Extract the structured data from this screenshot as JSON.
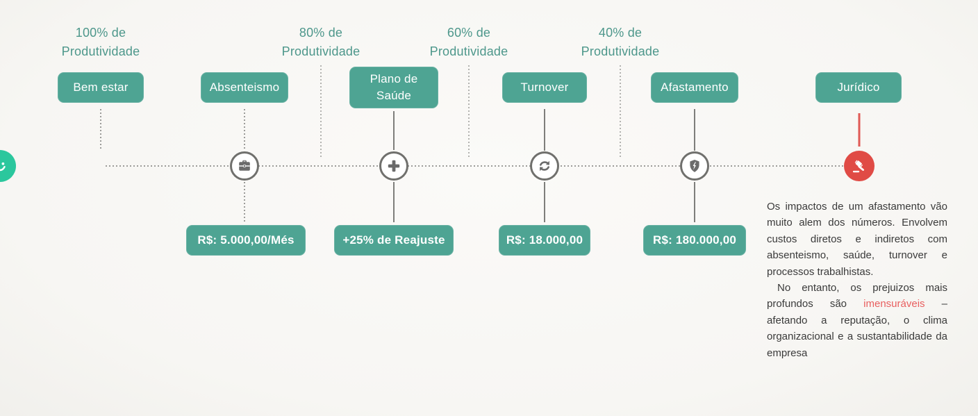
{
  "productivity_labels": [
    {
      "line1": "100% de",
      "line2": "Produtividade"
    },
    {
      "line1": "80% de",
      "line2": "Produtividade"
    },
    {
      "line1": "60% de",
      "line2": "Produtividade"
    },
    {
      "line1": "40% de",
      "line2": "Produtividade"
    }
  ],
  "stages": [
    {
      "label": "Bem estar",
      "icon": "smiley-icon"
    },
    {
      "label": "Absenteismo",
      "icon": "briefcase-icon",
      "value": "R$: 5.000,00/Més"
    },
    {
      "label": "Plano de Saúde",
      "icon": "medical-cross-icon",
      "value": "+25% de Reajuste"
    },
    {
      "label": "Turnover",
      "icon": "refresh-icon",
      "value": "R$: 18.000,00"
    },
    {
      "label": "Afastamento",
      "icon": "shield-bolt-icon",
      "value": "R$: 180.000,00"
    },
    {
      "label": "Jurídico",
      "icon": "gavel-icon"
    }
  ],
  "note": {
    "para1": "Os impactos de um afastamento vão muito alem dos números. Envolvem custos diretos e indiretos com absenteismo, saúde, turnover e processos trabalhistas.",
    "para2_pre": "No entanto, os prejuizos mais profundos são ",
    "para2_highlight": "imensuráveis",
    "para2_post": " – afetando a reputação, o clima organizacional e a sustantabilidade da empresa"
  },
  "colors": {
    "teal": "#4EA493",
    "label_teal": "#4D978B",
    "bright_green": "#2BC79D",
    "red": "#E04B45",
    "red_line": "#E05A55",
    "highlight_red": "#E85F5F",
    "icon_gray": "#6B6B6B",
    "dot_gray": "#9B9B98",
    "text_dark": "#3A3A3A"
  }
}
